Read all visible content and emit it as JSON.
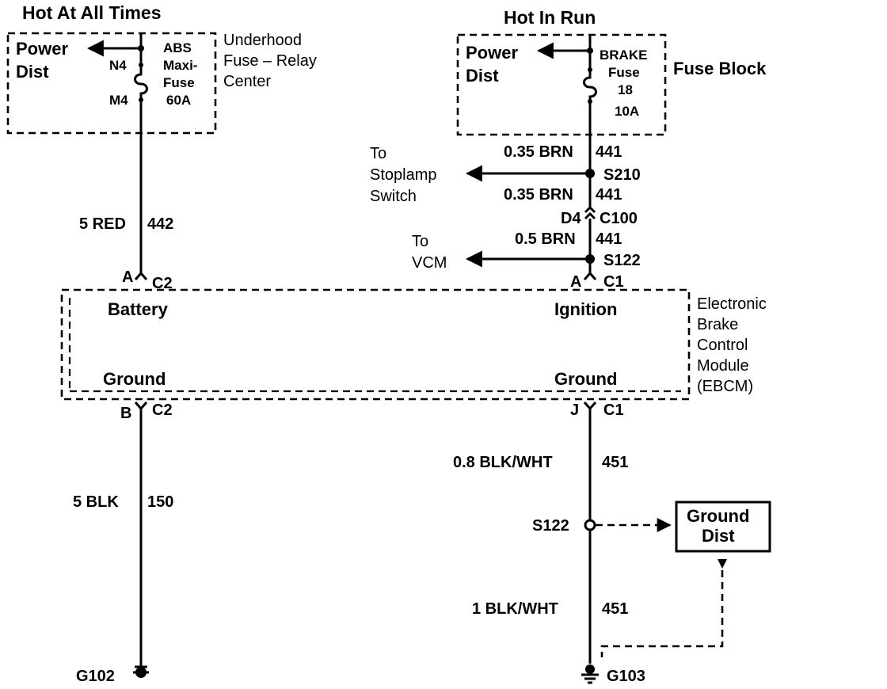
{
  "headings": {
    "hot_at_all_times": "Hot At All Times",
    "hot_in_run": "Hot In Run"
  },
  "underhood": {
    "power_dist": [
      "Power",
      "Dist"
    ],
    "fuse": [
      "ABS",
      "Maxi-",
      "Fuse",
      "60A"
    ],
    "terminal_top": "N4",
    "terminal_bottom": "M4",
    "name": [
      "Underhood",
      "Fuse – Relay",
      "Center"
    ]
  },
  "fuse_block": {
    "power_dist": [
      "Power",
      "Dist"
    ],
    "fuse": [
      "BRAKE",
      "Fuse",
      "18",
      "10A"
    ],
    "name": "Fuse Block"
  },
  "left_circuit": {
    "wire_top": {
      "gauge_color": "5 RED",
      "circuit": "442"
    },
    "connector_top": {
      "pin": "A",
      "conn": "C2"
    },
    "connector_bottom": {
      "pin": "B",
      "conn": "C2"
    },
    "wire_bottom": {
      "gauge_color": "5 BLK",
      "circuit": "150"
    },
    "ground": "G102"
  },
  "right_circuit": {
    "wire_1": {
      "gauge_color": "0.35 BRN",
      "circuit": "441"
    },
    "splice_1": "S210",
    "to_stoplamp": [
      "To",
      "Stoplamp",
      "Switch"
    ],
    "wire_2": {
      "gauge_color": "0.35 BRN",
      "circuit": "441"
    },
    "inline_connector": {
      "pin": "D4",
      "conn": "C100"
    },
    "wire_3": {
      "gauge_color": "0.5 BRN",
      "circuit": "441"
    },
    "splice_2": "S122",
    "to_vcm": [
      "To",
      "VCM"
    ],
    "connector_top": {
      "pin": "A",
      "conn": "C1"
    },
    "connector_bottom": {
      "pin": "J",
      "conn": "C1"
    },
    "wire_4": {
      "gauge_color": "0.8 BLK/WHT",
      "circuit": "451"
    },
    "splice_3": "S122",
    "ground_dist": [
      "Ground",
      "Dist"
    ],
    "wire_5": {
      "gauge_color": "1 BLK/WHT",
      "circuit": "451"
    },
    "ground": "G103"
  },
  "ebcm": {
    "battery": "Battery",
    "ignition": "Ignition",
    "ground_left": "Ground",
    "ground_right": "Ground",
    "name": [
      "Electronic",
      "Brake",
      "Control",
      "Module",
      "(EBCM)"
    ]
  }
}
